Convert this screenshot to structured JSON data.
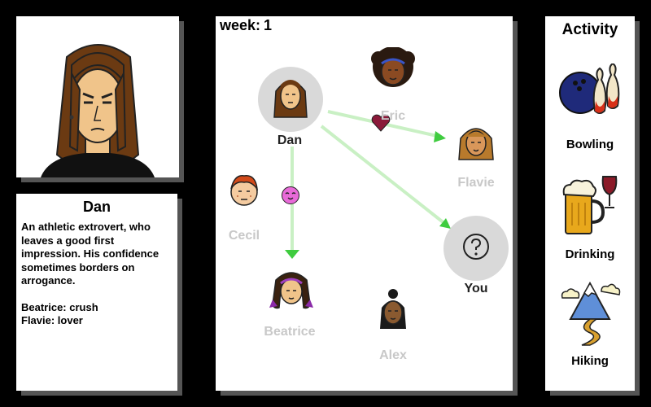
{
  "selected": {
    "name": "Dan",
    "description": "An athletic extrovert, who leaves a good first impression. His confidence sometimes borders on arrogance.",
    "relations": [
      "Beatrice: crush",
      "Flavie: lover"
    ]
  },
  "week": {
    "label": "week:",
    "value": "1"
  },
  "characters": {
    "dan": "Dan",
    "eric": "Eric",
    "flavie": "Flavie",
    "cecil": "Cecil",
    "you": "You",
    "beatrice": "Beatrice",
    "alex": "Alex"
  },
  "you_icon": "question-mark-icon",
  "edges": [
    {
      "from": "Dan",
      "to": "Flavie",
      "marker": "heart-icon",
      "color": "#8b1a3a"
    },
    {
      "from": "Dan",
      "to": "You",
      "marker": "",
      "color": ""
    },
    {
      "from": "Dan",
      "to": "Beatrice",
      "marker": "blush-face-icon",
      "color": "#e86ad8"
    }
  ],
  "activity": {
    "title": "Activity",
    "items": [
      {
        "label": "Bowling",
        "icon": "bowling-icon"
      },
      {
        "label": "Drinking",
        "icon": "beer-wine-icon"
      },
      {
        "label": "Hiking",
        "icon": "mountain-icon"
      }
    ]
  },
  "colors": {
    "edge_green": "#c9f0c4",
    "arrow_green": "#3fcc3f",
    "halo_grey": "#d9d9d9",
    "faded_text": "#c8c8c8"
  }
}
